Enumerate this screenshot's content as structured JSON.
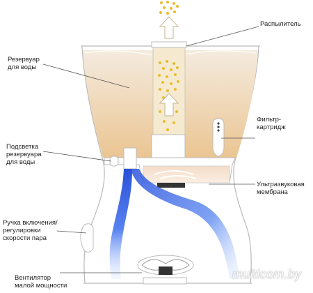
{
  "labels": {
    "sprayer": "Распылитель",
    "water_tank": "Резервуар\nдля воды",
    "filter_cartridge": "Фильтр-\nкартридж",
    "tank_light": "Подсветка\nрезервуара\nдля воды",
    "ultrasonic_membrane": "Ультразвуковая\nмембрана",
    "power_knob": "Ручка включения/\nрегулировки\nскорости пара",
    "fan": "Вентилятор\nмалой мощности"
  },
  "watermark": "multicom.by",
  "colors": {
    "water_top": "#f2e6d6",
    "water_bottom": "#ecc89c",
    "tube_fill": "#f4e8cc",
    "dot": "#e8c032",
    "arrow_outline": "#d4c9b0",
    "air_flow": "#2b55d8",
    "leader_line": "#555555"
  }
}
